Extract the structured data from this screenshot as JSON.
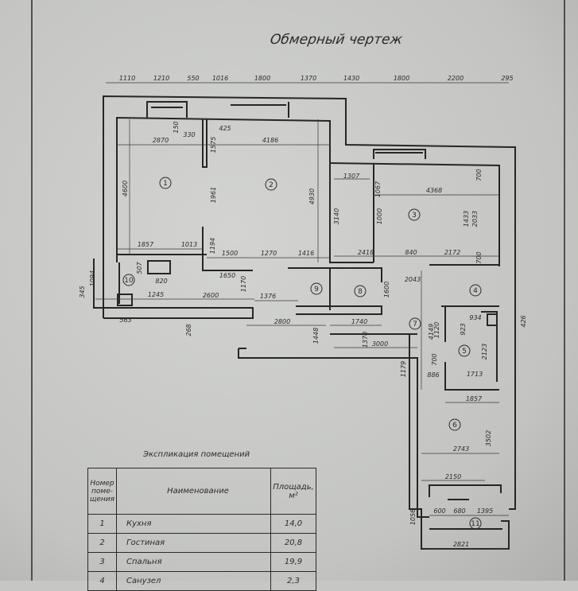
{
  "title": "Обмерный чертеж",
  "dimensions": [
    "1110",
    "1210",
    "550",
    "1016",
    "1800",
    "1370",
    "1430",
    "1800",
    "2200",
    "295",
    "150",
    "330",
    "425",
    "1575",
    "2870",
    "4186",
    "4600",
    "1961",
    "4930",
    "1857",
    "1013",
    "1194",
    "1500",
    "1270",
    "1416",
    "3140",
    "1307",
    "1067",
    "1000",
    "4368",
    "1433",
    "2033",
    "700",
    "700",
    "2418",
    "840",
    "2172",
    "1094",
    "345",
    "507",
    "820",
    "1245",
    "2600",
    "1170",
    "1376",
    "1650",
    "563",
    "268",
    "2800",
    "1448",
    "1740",
    "1370",
    "1600",
    "2043",
    "3000",
    "4149",
    "1120",
    "700",
    "1179",
    "886",
    "1713",
    "934",
    "923",
    "2123",
    "426",
    "1857",
    "2743",
    "3502",
    "2150",
    "600",
    "680",
    "1395",
    "1056",
    "2821"
  ],
  "rooms": [
    "1",
    "2",
    "3",
    "4",
    "5",
    "6",
    "7",
    "8",
    "9",
    "10",
    "11"
  ],
  "explication": {
    "title": "Экспликация помещений",
    "headers": {
      "number": "Номер поме-щения",
      "name": "Наименование",
      "area": "Площадь, м²"
    },
    "rows": [
      {
        "number": "1",
        "name": "Кухня",
        "area": "14,0"
      },
      {
        "number": "2",
        "name": "Гостиная",
        "area": "20,8"
      },
      {
        "number": "3",
        "name": "Спальня",
        "area": "19,9"
      },
      {
        "number": "4",
        "name": "Санузел",
        "area": "2,3"
      }
    ]
  }
}
